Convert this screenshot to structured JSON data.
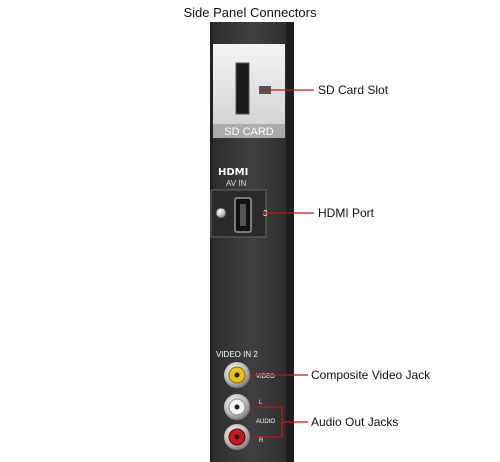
{
  "title": "Side Panel Connectors",
  "panel": {
    "sd_card_label": "SD CARD",
    "hdmi_logo": "HDMI",
    "av_in_label": "AV IN",
    "hdmi_port_number": "3",
    "video_in_label": "VIDEO IN 2",
    "video_jack_label": "VIDEO",
    "audio_left_label": "L",
    "audio_label": "AUDIO",
    "audio_right_label": "R"
  },
  "callouts": {
    "sd_card_slot": "SD Card Slot",
    "hdmi_port": "HDMI Port",
    "composite_video_jack": "Composite Video Jack",
    "audio_out_jacks": "Audio Out Jacks"
  },
  "colors": {
    "callout_line": "#cc1111",
    "panel_dark": "#3a3a3a",
    "panel_edge": "#1e1e1e",
    "jack_yellow": "#e8c21a",
    "jack_white": "#f2f2f2",
    "jack_red": "#c81a1a"
  }
}
